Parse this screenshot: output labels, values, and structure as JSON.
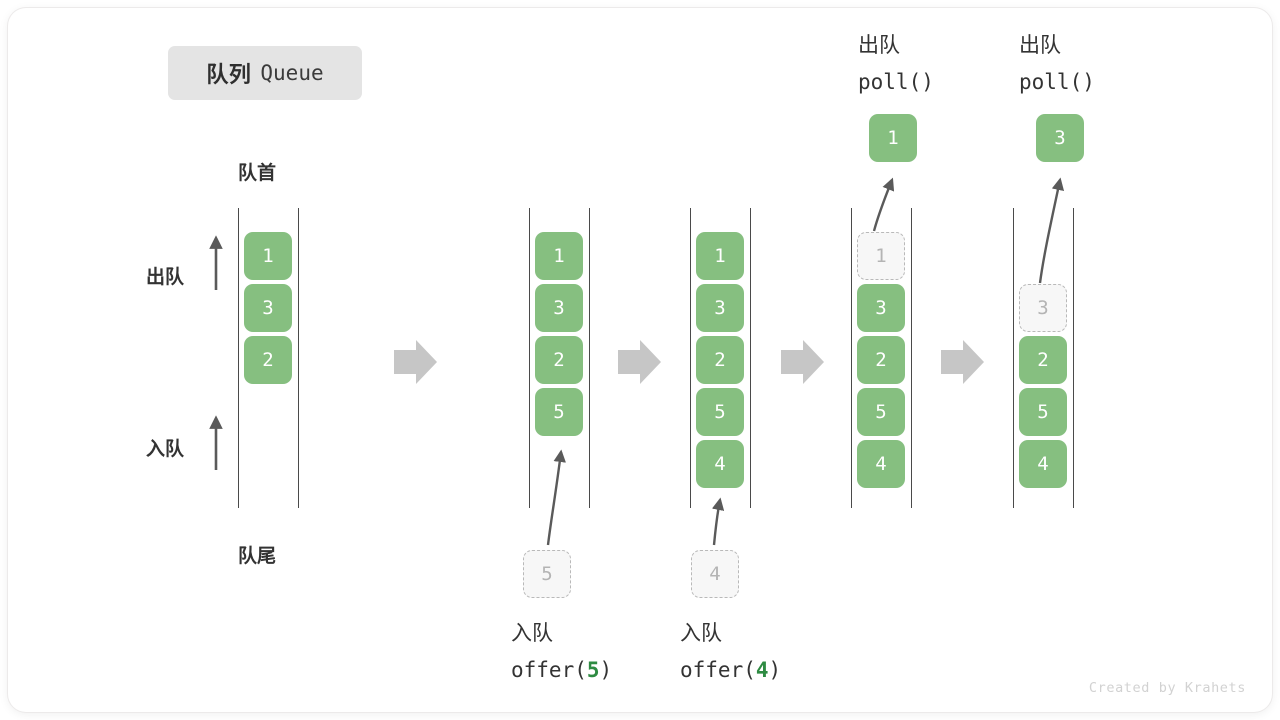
{
  "title": {
    "cn": "队列",
    "en": "Queue"
  },
  "labels": {
    "head": "队首",
    "tail": "队尾",
    "dequeue": "出队",
    "enqueue": "入队"
  },
  "credit": "Created by Krahets",
  "colors": {
    "cell_fill": "#86bf80",
    "cell_text": "#ffffff",
    "ghost_fill": "#f7f7f7",
    "ghost_border": "#b9b9b9",
    "ghost_text": "#b4b4b4",
    "rail": "#4a4a4a",
    "arrow_gray": "#c6c6c6",
    "thin_arrow": "#5a5a5a",
    "accent_green": "#2e8b42",
    "chip_bg": "#e4e4e4",
    "credit": "#d2d2d2"
  },
  "steps": [
    {
      "id": "initial",
      "cells": [
        {
          "value": "1",
          "state": "filled"
        },
        {
          "value": "3",
          "state": "filled"
        },
        {
          "value": "2",
          "state": "filled"
        }
      ],
      "side_labels": [
        "出队",
        "入队"
      ],
      "head_label": "队首",
      "tail_label": "队尾",
      "op": null
    },
    {
      "id": "offer-5",
      "cells": [
        {
          "value": "1",
          "state": "filled"
        },
        {
          "value": "3",
          "state": "filled"
        },
        {
          "value": "2",
          "state": "filled"
        },
        {
          "value": "5",
          "state": "filled"
        }
      ],
      "op": {
        "cn": "入队",
        "fn": "offer",
        "arg": "5"
      },
      "detached": {
        "value": "5",
        "state": "ghost",
        "position": "bottom"
      }
    },
    {
      "id": "offer-4",
      "cells": [
        {
          "value": "1",
          "state": "filled"
        },
        {
          "value": "3",
          "state": "filled"
        },
        {
          "value": "2",
          "state": "filled"
        },
        {
          "value": "5",
          "state": "filled"
        },
        {
          "value": "4",
          "state": "filled"
        }
      ],
      "op": {
        "cn": "入队",
        "fn": "offer",
        "arg": "4"
      },
      "detached": {
        "value": "4",
        "state": "ghost",
        "position": "bottom"
      }
    },
    {
      "id": "poll-1",
      "cells": [
        {
          "value": "1",
          "state": "ghost"
        },
        {
          "value": "3",
          "state": "filled"
        },
        {
          "value": "2",
          "state": "filled"
        },
        {
          "value": "5",
          "state": "filled"
        },
        {
          "value": "4",
          "state": "filled"
        }
      ],
      "op": {
        "cn": "出队",
        "fn": "poll",
        "arg": ""
      },
      "detached": {
        "value": "1",
        "state": "filled",
        "position": "top"
      }
    },
    {
      "id": "poll-3",
      "cells": [
        {
          "value": "",
          "state": "empty"
        },
        {
          "value": "3",
          "state": "ghost"
        },
        {
          "value": "2",
          "state": "filled"
        },
        {
          "value": "5",
          "state": "filled"
        },
        {
          "value": "4",
          "state": "filled"
        }
      ],
      "op": {
        "cn": "出队",
        "fn": "poll",
        "arg": ""
      },
      "detached": {
        "value": "3",
        "state": "filled",
        "position": "top"
      }
    }
  ],
  "transition_arrows": 4
}
